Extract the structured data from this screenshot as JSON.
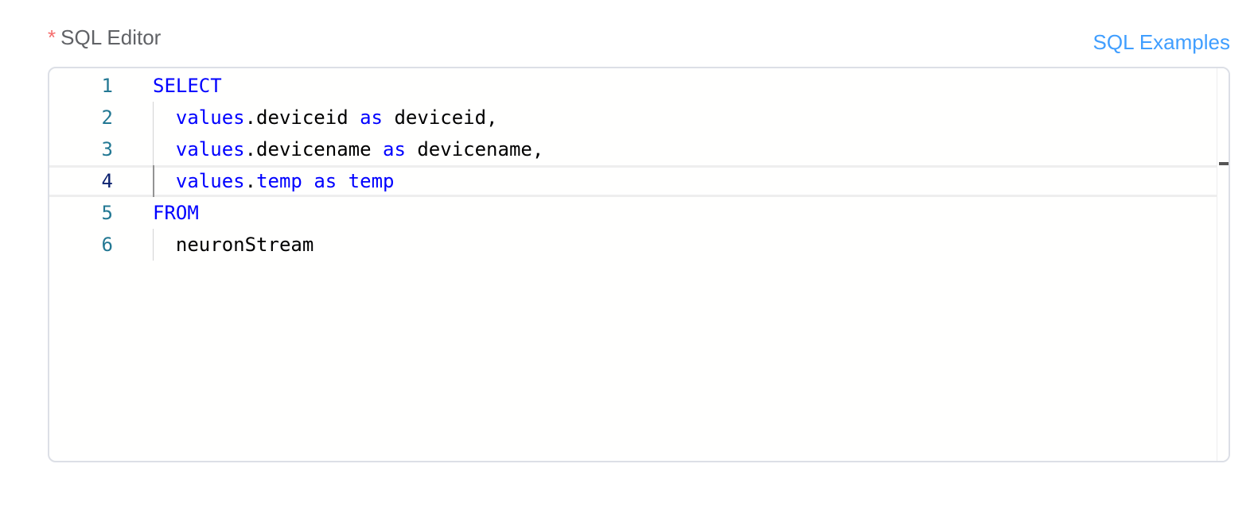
{
  "form": {
    "required_mark": "*",
    "label": "SQL Editor",
    "examples_link": "SQL Examples"
  },
  "editor": {
    "current_line": 4,
    "lines": [
      {
        "number": "1",
        "indent": false,
        "tokens": [
          {
            "text": "SELECT",
            "kind": "kw"
          }
        ]
      },
      {
        "number": "2",
        "indent": true,
        "tokens": [
          {
            "text": "  ",
            "kind": "plain"
          },
          {
            "text": "values",
            "kind": "kw"
          },
          {
            "text": ".deviceid ",
            "kind": "plain"
          },
          {
            "text": "as",
            "kind": "kw"
          },
          {
            "text": " deviceid,",
            "kind": "plain"
          }
        ]
      },
      {
        "number": "3",
        "indent": true,
        "tokens": [
          {
            "text": "  ",
            "kind": "plain"
          },
          {
            "text": "values",
            "kind": "kw"
          },
          {
            "text": ".devicename ",
            "kind": "plain"
          },
          {
            "text": "as",
            "kind": "kw"
          },
          {
            "text": " devicename,",
            "kind": "plain"
          }
        ]
      },
      {
        "number": "4",
        "indent": true,
        "tokens": [
          {
            "text": "  ",
            "kind": "plain"
          },
          {
            "text": "values",
            "kind": "kw"
          },
          {
            "text": ".",
            "kind": "plain"
          },
          {
            "text": "temp",
            "kind": "kw"
          },
          {
            "text": " ",
            "kind": "plain"
          },
          {
            "text": "as",
            "kind": "kw"
          },
          {
            "text": " ",
            "kind": "plain"
          },
          {
            "text": "temp",
            "kind": "kw"
          }
        ]
      },
      {
        "number": "5",
        "indent": false,
        "tokens": [
          {
            "text": "FROM",
            "kind": "kw"
          }
        ]
      },
      {
        "number": "6",
        "indent": true,
        "tokens": [
          {
            "text": "  ",
            "kind": "plain"
          },
          {
            "text": "neuronStream",
            "kind": "plain"
          }
        ]
      }
    ]
  },
  "colors": {
    "keyword": "#0000ff",
    "line_number": "#237893",
    "link": "#409eff",
    "required": "#f56c6c"
  }
}
